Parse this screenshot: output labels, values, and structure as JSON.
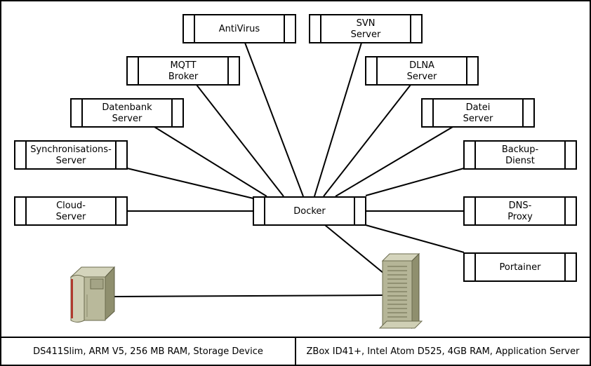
{
  "diagram": {
    "nodes": {
      "antivirus": [
        "AntiVirus"
      ],
      "svn": [
        "SVN",
        "Server"
      ],
      "mqtt": [
        "MQTT",
        "Broker"
      ],
      "dlna": [
        "DLNA",
        "Server"
      ],
      "datenbank": [
        "Datenbank",
        "Server"
      ],
      "datei": [
        "Datei",
        "Server"
      ],
      "sync": [
        "Synchronisations-",
        "Server"
      ],
      "backup": [
        "Backup-",
        "Dienst"
      ],
      "cloud": [
        "Cloud-",
        "Server"
      ],
      "docker": [
        "Docker"
      ],
      "dns": [
        "DNS-",
        "Proxy"
      ],
      "portainer": [
        "Portainer"
      ]
    },
    "footer": {
      "left": "DS411Slim, ARM V5, 256 MB RAM, Storage Device",
      "right": "ZBox ID41+, Intel Atom D525, 4GB RAM, Application Server"
    }
  }
}
